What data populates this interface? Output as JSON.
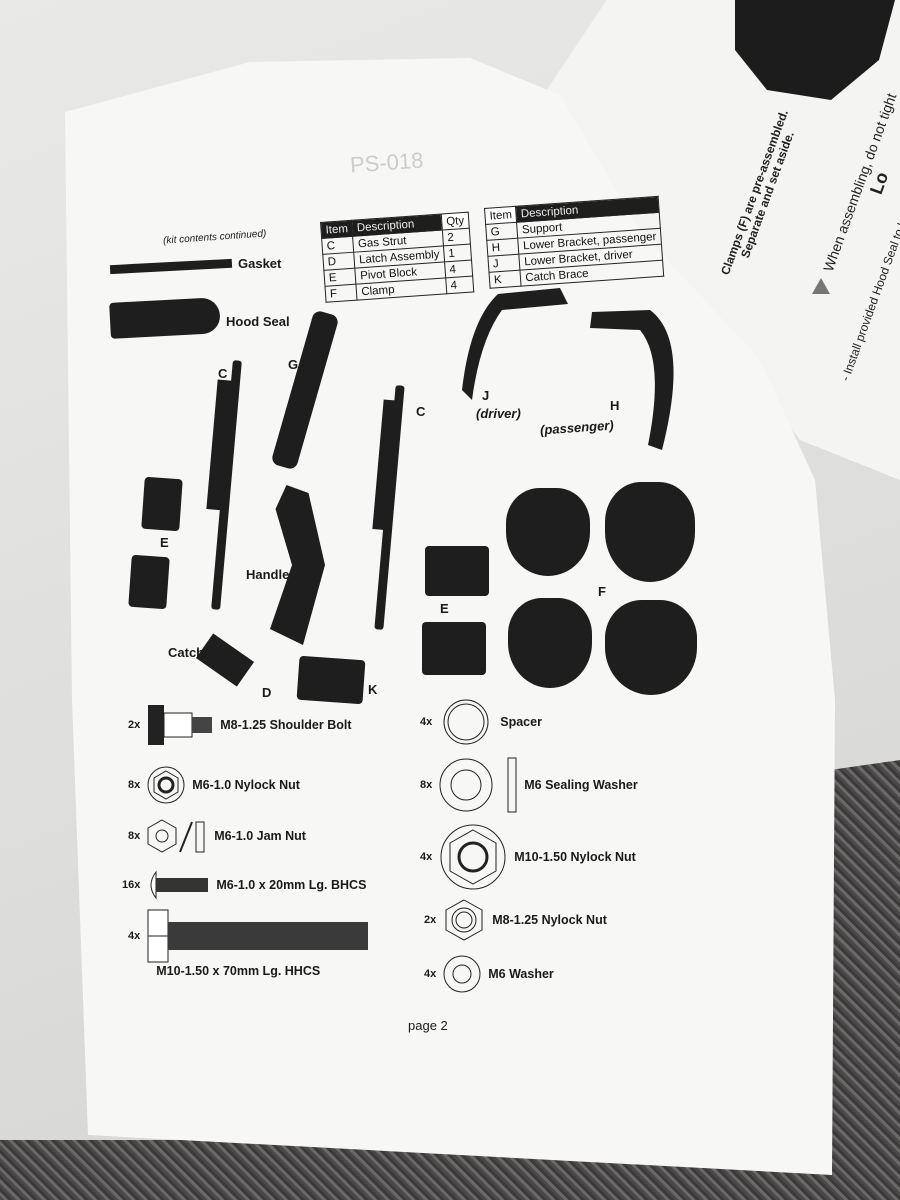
{
  "background_page": {
    "note_line1": "Clamps (F) are pre-assembled.",
    "note_line2": "Separate and set aside.",
    "warning": "When assembling, do not tight",
    "heading_partial": "Lo",
    "instruction": "- Install provided Hood Seal to L"
  },
  "page": {
    "stamp": "PS-018",
    "subtitle": "(kit contents continued)",
    "page_number": "page 2"
  },
  "kit_table": {
    "left": {
      "headers": [
        "Item",
        "Description",
        "Qty"
      ],
      "rows": [
        [
          "C",
          "Gas Strut",
          "2"
        ],
        [
          "D",
          "Latch Assembly",
          "1"
        ],
        [
          "E",
          "Pivot Block",
          "4"
        ],
        [
          "F",
          "Clamp",
          "4"
        ]
      ]
    },
    "right": {
      "headers": [
        "Item",
        "Description"
      ],
      "rows": [
        [
          "G",
          "Support"
        ],
        [
          "H",
          "Lower Bracket, passenger"
        ],
        [
          "J",
          "Lower Bracket, driver"
        ],
        [
          "K",
          "Catch Brace"
        ]
      ]
    }
  },
  "part_labels": {
    "gasket": "Gasket",
    "hood_seal": "Hood Seal",
    "c1": "C",
    "c2": "C",
    "g": "G",
    "j": "J",
    "j_sub": "(driver)",
    "h": "H",
    "h_sub": "(passenger)",
    "e1": "E",
    "e2": "E",
    "handle": "Handle",
    "f": "F",
    "catch": "Catch",
    "d": "D",
    "k": "K"
  },
  "hardware": [
    {
      "qty": "2x",
      "name": "M8-1.25 Shoulder Bolt",
      "icon": "shoulder-bolt-icon"
    },
    {
      "qty": "8x",
      "name": "M6-1.0 Nylock Nut",
      "icon": "nylock-nut-icon"
    },
    {
      "qty": "8x",
      "name": "M6-1.0 Jam Nut",
      "icon": "jam-nut-icon"
    },
    {
      "qty": "16x",
      "name": "M6-1.0 x 20mm Lg. BHCS",
      "icon": "button-head-screw-icon"
    },
    {
      "qty": "4x",
      "name": "M10-1.50 x 70mm Lg. HHCS",
      "icon": "hex-head-bolt-icon"
    },
    {
      "qty": "4x",
      "name": "Spacer",
      "icon": "spacer-icon"
    },
    {
      "qty": "8x",
      "name": "M6 Sealing Washer",
      "icon": "sealing-washer-icon"
    },
    {
      "qty": "4x",
      "name": "M10-1.50 Nylock Nut",
      "icon": "nylock-nut-icon"
    },
    {
      "qty": "2x",
      "name": "M8-1.25 Nylock Nut",
      "icon": "nylock-nut-icon"
    },
    {
      "qty": "4x",
      "name": "M6 Washer",
      "icon": "washer-icon"
    }
  ]
}
